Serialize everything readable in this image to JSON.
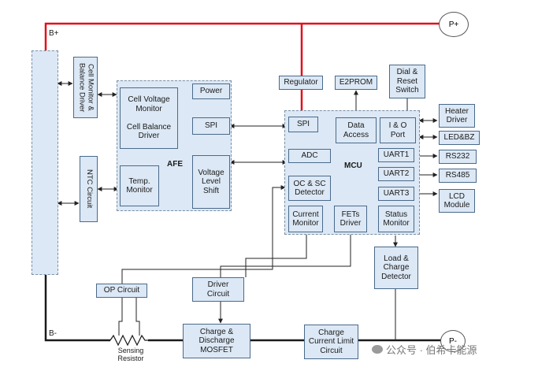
{
  "labels": {
    "b_plus": "B+",
    "b_minus": "B-",
    "p_plus": "P+",
    "p_minus": "P-",
    "cell_monitor": "Cell Monitor & Balance Driver",
    "ntc": "NTC Circuit",
    "cell_voltage": "Cell Voltage\nMonitor\n\nCell Balance\nDriver",
    "temp_monitor": "Temp.\nMonitor",
    "afe": "AFE",
    "power": "Power",
    "afe_spi": "SPI",
    "voltage_shift": "Voltage\nLevel\nShift",
    "regulator": "Regulator",
    "e2prom": "E2PROM",
    "dial_reset": "Dial &\nReset\nSwitch",
    "mcu": "MCU",
    "mcu_spi": "SPI",
    "data_access": "Data\nAccess",
    "io_port": "I & O\nPort",
    "adc": "ADC",
    "oc_sc": "OC & SC\nDetector",
    "current_monitor": "Current\nMonitor",
    "fets_driver": "FETs\nDriver",
    "status_monitor": "Status\nMonitor",
    "uart1": "UART1",
    "uart2": "UART2",
    "uart3": "UART3",
    "heater_driver": "Heater\nDriver",
    "led_bz": "LED&BZ",
    "rs232": "RS232",
    "rs485": "RS485",
    "lcd_module": "LCD\nModule",
    "load_charge": "Load &\nCharge\nDetector",
    "op_circuit": "OP Circuit",
    "driver_circuit": "Driver\nCircuit",
    "charge_mosfet": "Charge &\nDischarge\nMOSFET",
    "charge_limit": "Charge\nCurrent Limit\nCircuit",
    "sensing_resistor": "Sensing\nResistor",
    "watermark": "公众号 · 伯希卡能源"
  },
  "colors": {
    "block_fill": "#dce8f5",
    "block_border": "#4a6a8a",
    "power_line": "#e0101a",
    "ground_line": "#1a1a1a"
  }
}
